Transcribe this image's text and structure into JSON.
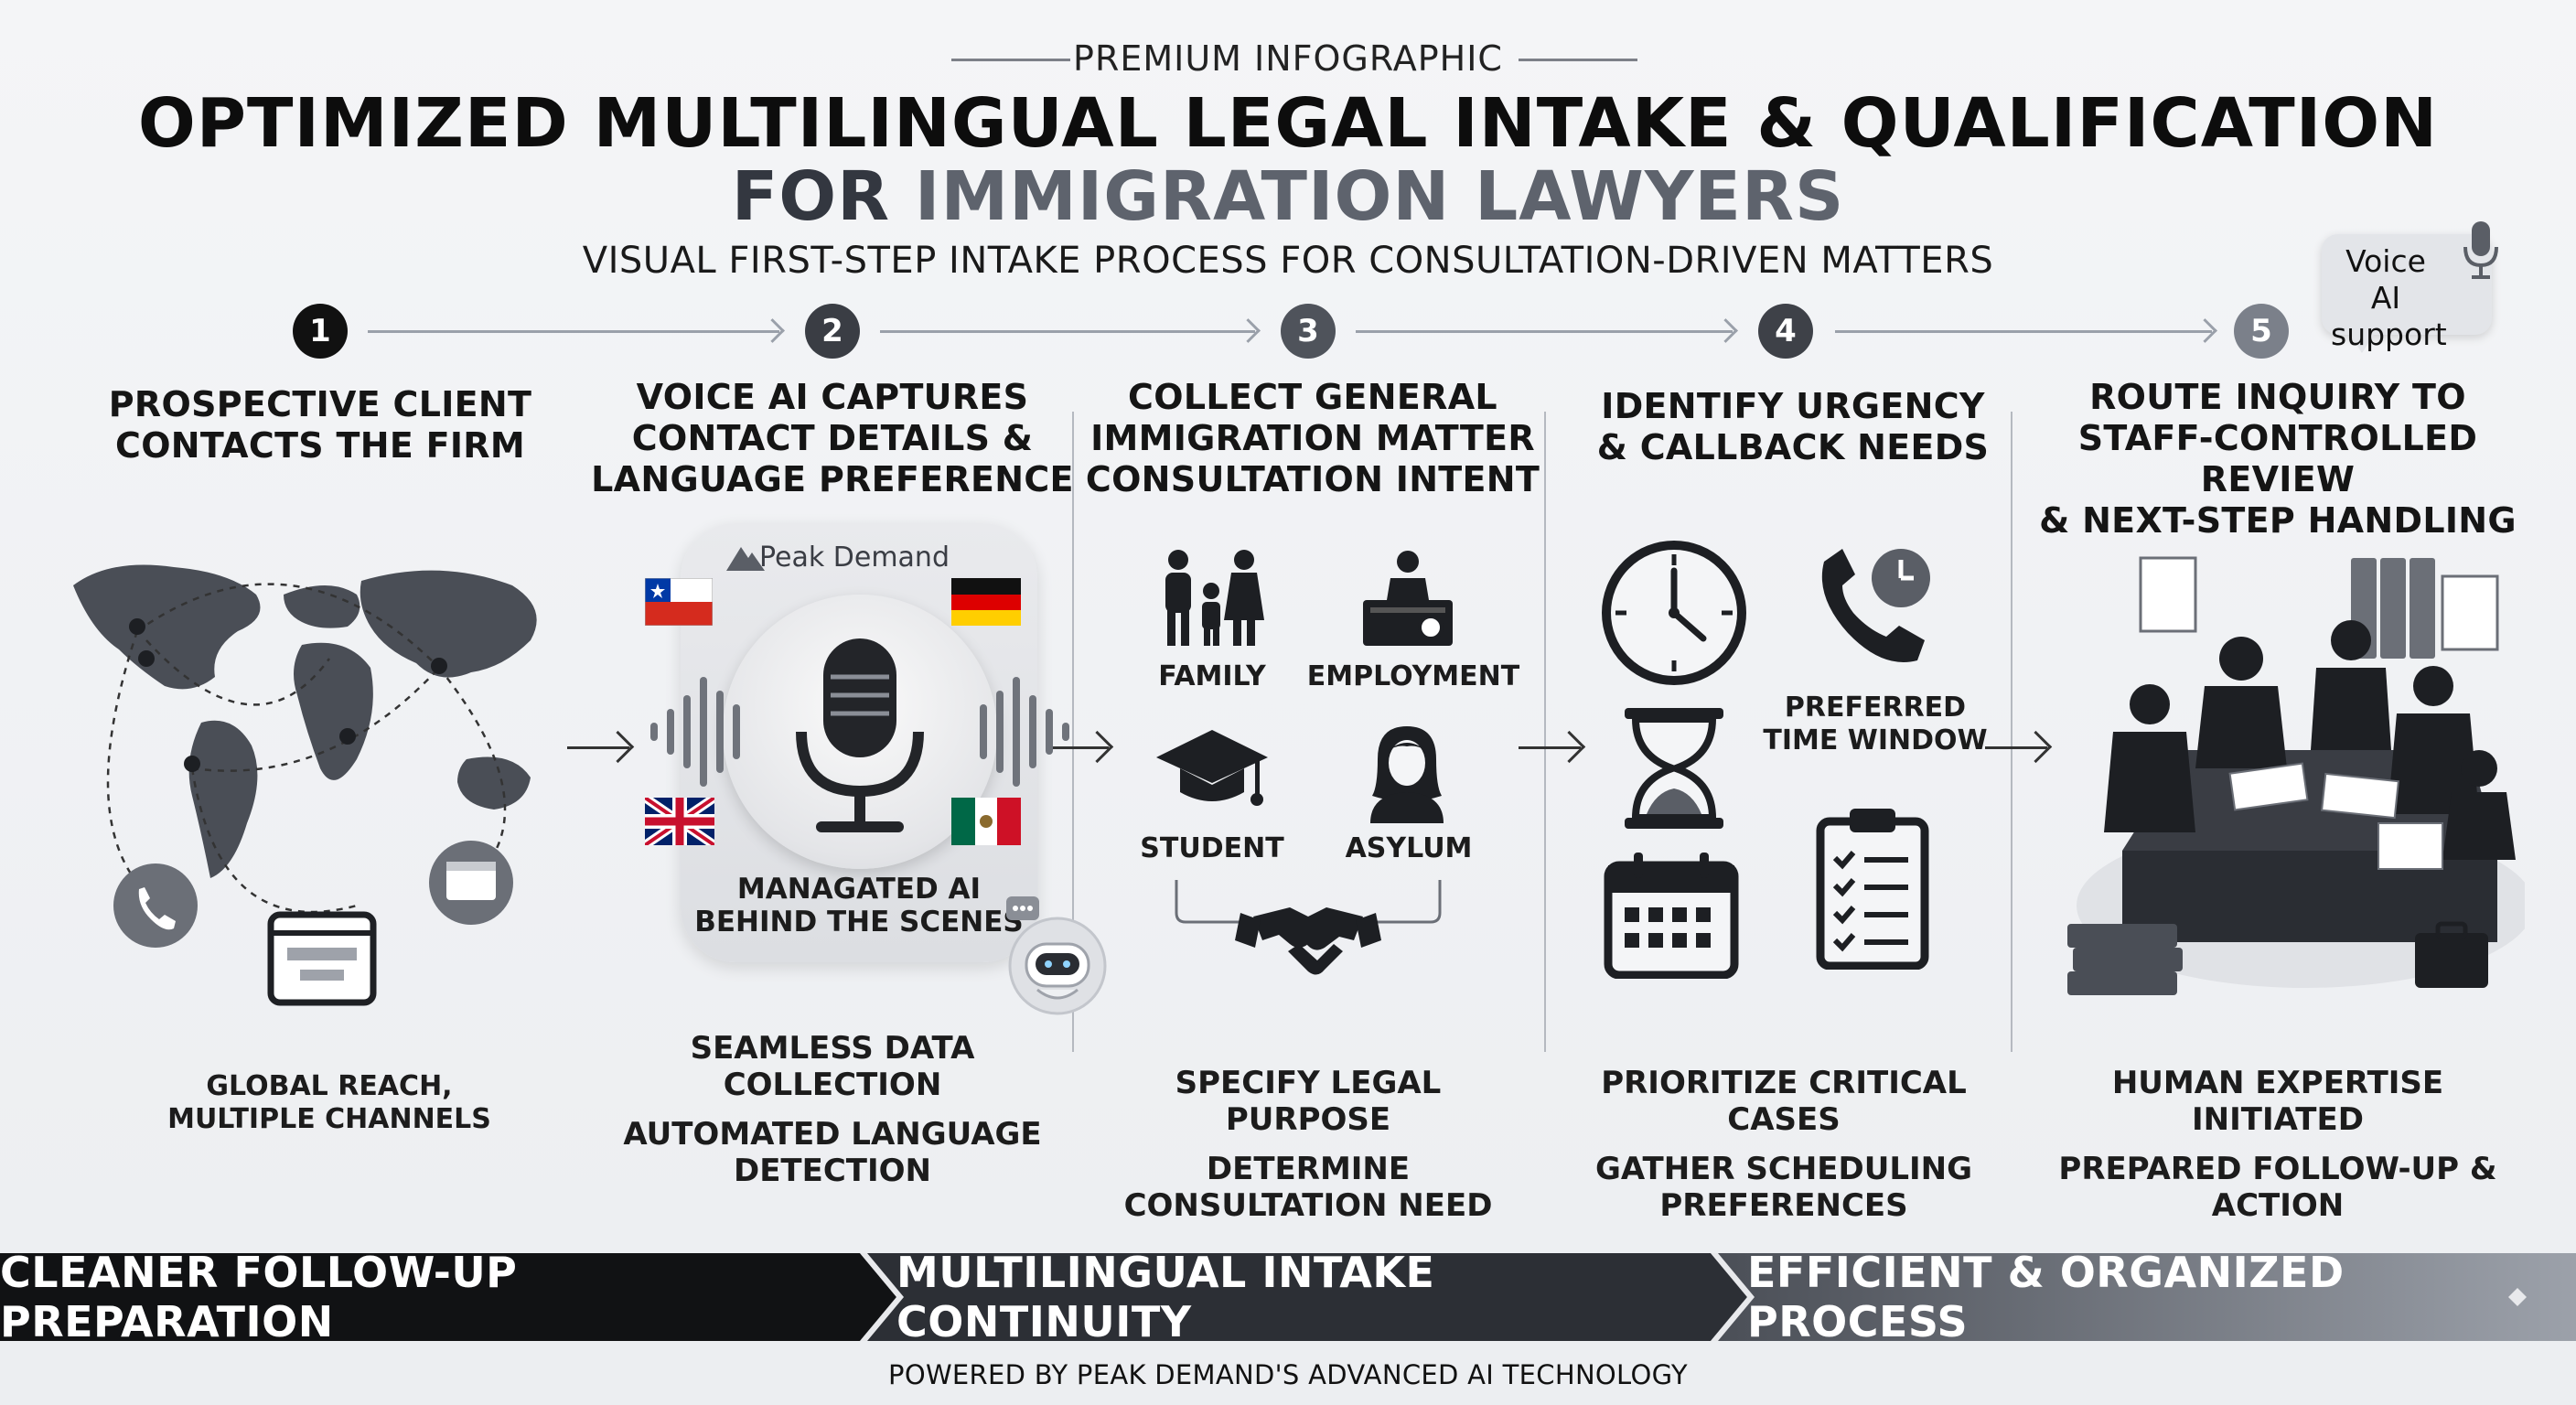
{
  "header": {
    "kicker": "PREMIUM INFOGRAPHIC",
    "title_line1": "OPTIMIZED MULTILINGUAL LEGAL INTAKE & QUALIFICATION",
    "title_line2_a": "FOR ",
    "title_line2_b": "IMMIGRATION LAWYERS",
    "subtitle": "VISUAL FIRST-STEP INTAKE PROCESS FOR CONSULTATION-DRIVEN MATTERS"
  },
  "voice_bubble": {
    "line1": "Voice AI",
    "line2": "support"
  },
  "steps": [
    {
      "number": "1",
      "title": [
        "PROSPECTIVE CLIENT",
        "CONTACTS THE FIRM"
      ],
      "captions": [
        "GLOBAL REACH,",
        "MULTIPLE CHANNELS"
      ]
    },
    {
      "number": "2",
      "title": [
        "VOICE AI CAPTURES",
        "CONTACT DETAILS &",
        "LANGUAGE PREFERENCE"
      ],
      "brand": "Peak Demand",
      "panel_caption": [
        "MANAGATED AI",
        "BEHIND THE SCENES"
      ],
      "captions": [
        "SEAMLESS DATA",
        "COLLECTION",
        "AUTOMATED LANGUAGE",
        "DETECTION"
      ]
    },
    {
      "number": "3",
      "title": [
        "COLLECT GENERAL",
        "IMMIGRATION MATTER",
        "CONSULTATION INTENT"
      ],
      "categories": [
        "FAMILY",
        "EMPLOYMENT",
        "STUDENT",
        "ASYLUM"
      ],
      "captions": [
        "SPECIFY LEGAL PURPOSE",
        "DETERMINE",
        "CONSULTATION NEED"
      ]
    },
    {
      "number": "4",
      "title": [
        "IDENTIFY URGENCY",
        "& CALLBACK NEEDS"
      ],
      "time_label": [
        "PREFERRED",
        "TIME WINDOW"
      ],
      "captions": [
        "PRIORITIZE CRITICAL CASES",
        "GATHER SCHEDULING",
        "PREFERENCES"
      ]
    },
    {
      "number": "5",
      "title": [
        "ROUTE INQUIRY TO",
        "STAFF-CONTROLLED REVIEW",
        "& NEXT-STEP HANDLING"
      ],
      "captions": [
        "HUMAN EXPERTISE INITIATED",
        "PREPARED FOLLOW-UP & ACTION"
      ]
    }
  ],
  "banner": [
    "CLEANER FOLLOW-UP PREPARATION",
    "MULTILINGUAL INTAKE CONTINUITY",
    "EFFICIENT & ORGANIZED PROCESS"
  ],
  "footer": "POWERED BY PEAK DEMAND'S ADVANCED AI TECHNOLOGY",
  "colors": {
    "circle1": "#111111",
    "circle2": "#3a3d44",
    "circle3": "#4f535b",
    "circle4": "#3e4148",
    "circle5": "#7b808a"
  }
}
